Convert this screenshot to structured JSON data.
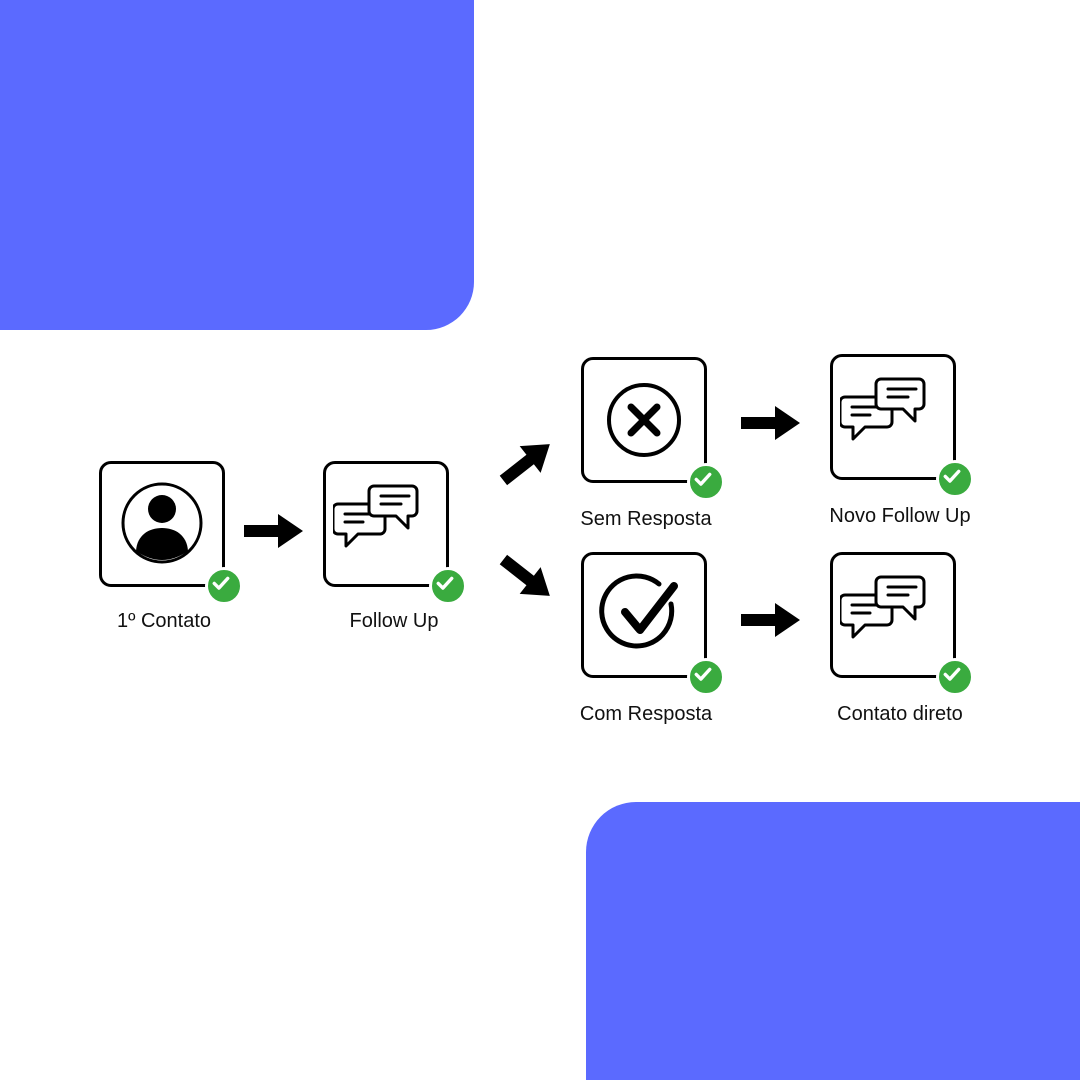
{
  "theme": {
    "accent": "#5b6aff",
    "success": "#3aab3f",
    "stroke": "#000000"
  },
  "nodes": [
    {
      "id": "first-contact",
      "label": "1º Contato",
      "icon": "user-avatar-icon",
      "status": "check-badge-icon"
    },
    {
      "id": "follow-up",
      "label": "Follow Up",
      "icon": "chat-bubbles-icon",
      "status": "check-badge-icon"
    },
    {
      "id": "no-response",
      "label": "Sem Resposta",
      "icon": "x-circle-icon",
      "status": "check-badge-icon"
    },
    {
      "id": "new-follow-up",
      "label": "Novo Follow Up",
      "icon": "chat-bubbles-icon",
      "status": "check-badge-icon"
    },
    {
      "id": "with-response",
      "label": "Com Resposta",
      "icon": "check-circle-icon",
      "status": "check-badge-icon"
    },
    {
      "id": "direct-contact",
      "label": "Contato direto",
      "icon": "chat-bubbles-icon",
      "status": "check-badge-icon"
    }
  ],
  "edges": [
    {
      "from": "first-contact",
      "to": "follow-up"
    },
    {
      "from": "follow-up",
      "to": "no-response"
    },
    {
      "from": "follow-up",
      "to": "with-response"
    },
    {
      "from": "no-response",
      "to": "new-follow-up"
    },
    {
      "from": "with-response",
      "to": "direct-contact"
    }
  ]
}
